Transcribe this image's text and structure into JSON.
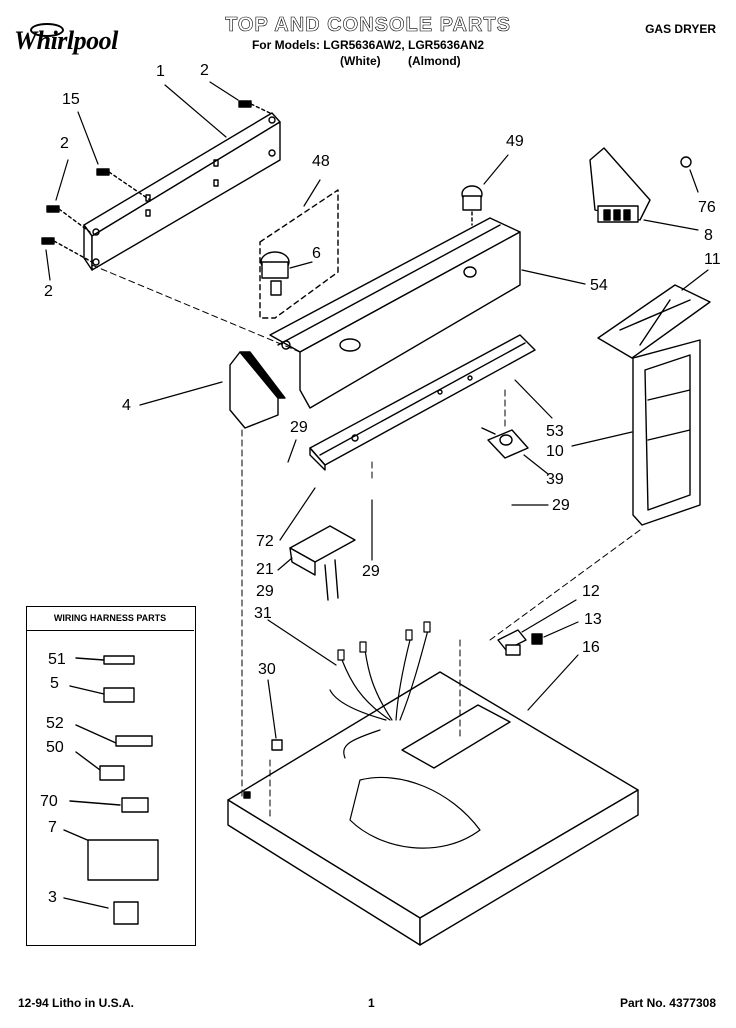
{
  "header": {
    "brand": "Whirlpool",
    "title": "TOP AND CONSOLE PARTS",
    "models_line": "For Models: LGR5636AW2, LGR5636AN2",
    "variant_white": "(White)",
    "variant_almond": "(Almond)",
    "category": "GAS DRYER"
  },
  "callouts": [
    {
      "id": "c1",
      "text": "1"
    },
    {
      "id": "c2a",
      "text": "2"
    },
    {
      "id": "c15",
      "text": "15"
    },
    {
      "id": "c2b",
      "text": "2"
    },
    {
      "id": "c2c",
      "text": "2"
    },
    {
      "id": "c48",
      "text": "48"
    },
    {
      "id": "c6",
      "text": "6"
    },
    {
      "id": "c49",
      "text": "49"
    },
    {
      "id": "c76",
      "text": "76"
    },
    {
      "id": "c8",
      "text": "8"
    },
    {
      "id": "c54",
      "text": "54"
    },
    {
      "id": "c11",
      "text": "11"
    },
    {
      "id": "c4",
      "text": "4"
    },
    {
      "id": "c53",
      "text": "53"
    },
    {
      "id": "c10",
      "text": "10"
    },
    {
      "id": "c29a",
      "text": "29"
    },
    {
      "id": "c39",
      "text": "39"
    },
    {
      "id": "c29b",
      "text": "29"
    },
    {
      "id": "c72",
      "text": "72"
    },
    {
      "id": "c21",
      "text": "21"
    },
    {
      "id": "c29c",
      "text": "29"
    },
    {
      "id": "c29d",
      "text": "29"
    },
    {
      "id": "c12",
      "text": "12"
    },
    {
      "id": "c13",
      "text": "13"
    },
    {
      "id": "c31",
      "text": "31"
    },
    {
      "id": "c16",
      "text": "16"
    },
    {
      "id": "c30",
      "text": "30"
    }
  ],
  "wiring_harness": {
    "title": "WIRING HARNESS PARTS",
    "items": [
      {
        "text": "51"
      },
      {
        "text": "5"
      },
      {
        "text": "52"
      },
      {
        "text": "50"
      },
      {
        "text": "70"
      },
      {
        "text": "7"
      },
      {
        "text": "3"
      }
    ]
  },
  "footer": {
    "litho": "12-94 Litho in U.S.A.",
    "page": "1",
    "part_no": "Part No. 4377308"
  }
}
